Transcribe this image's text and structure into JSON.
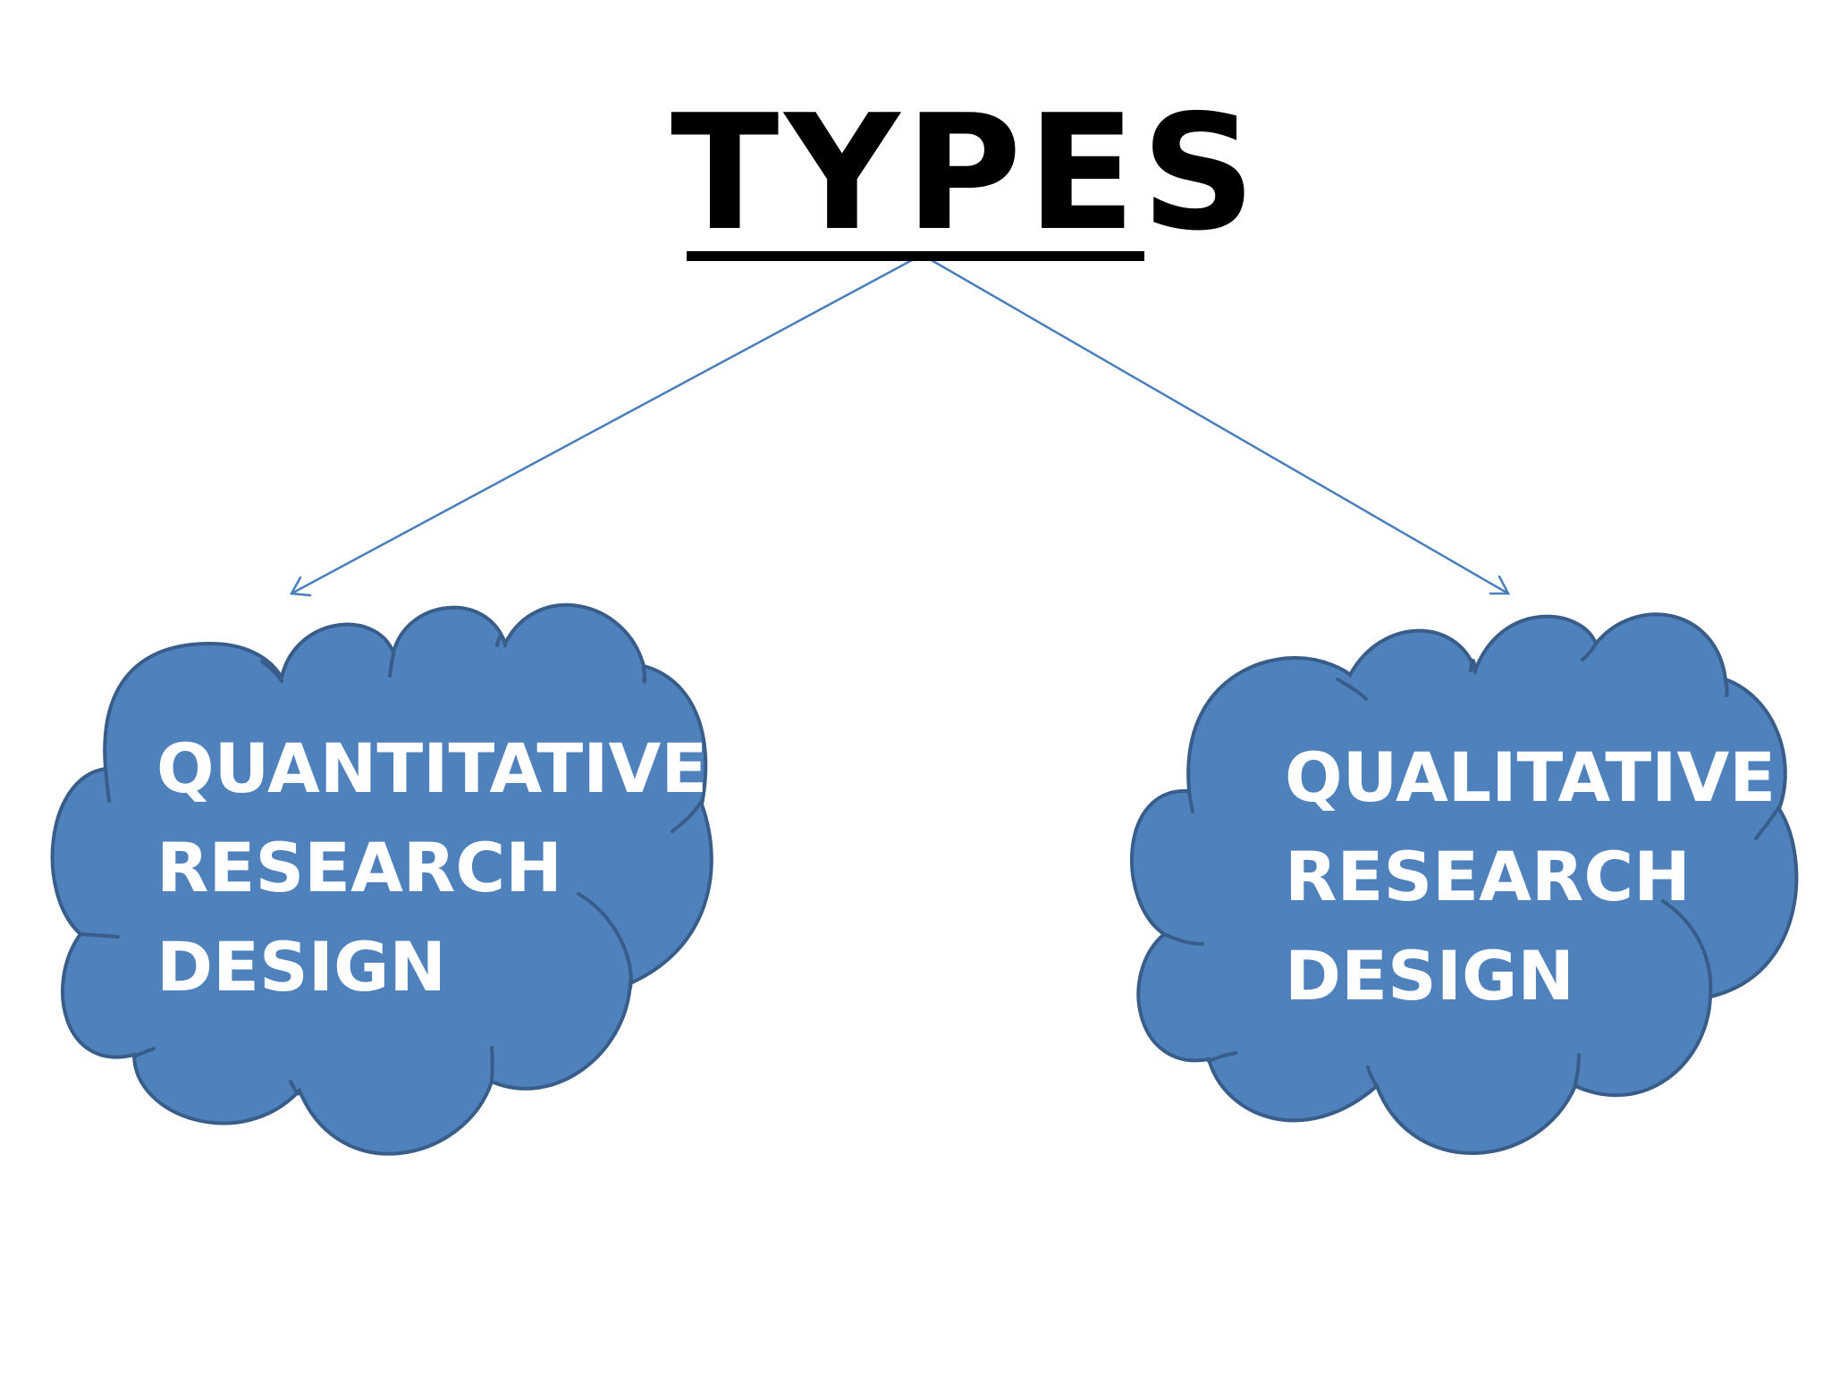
{
  "title": "TYPES",
  "colors": {
    "cloud_fill": "#4f81bd",
    "cloud_stroke": "#385d8a",
    "arrow": "#4a7ebb",
    "title": "#000000",
    "cloud_text": "#ffffff"
  },
  "nodes": [
    {
      "lines": [
        "QUANTITATIVE",
        "RESEARCH",
        "DESIGN"
      ]
    },
    {
      "lines": [
        "QUALITATIVE",
        "RESEARCH",
        "DESIGN"
      ]
    }
  ]
}
